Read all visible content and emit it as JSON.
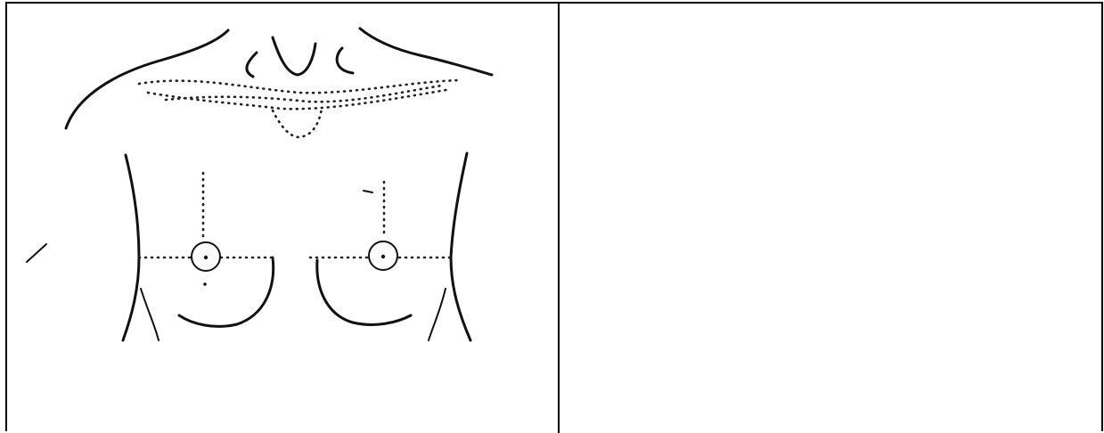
{
  "table": {
    "left_cell": {
      "figure": "chest-diagram",
      "landmarks": [
        "neck",
        "clavicles",
        "shoulders",
        "torso",
        "right-nipple-circle",
        "left-nipple-circle",
        "breasts"
      ]
    },
    "right_cell": {}
  }
}
